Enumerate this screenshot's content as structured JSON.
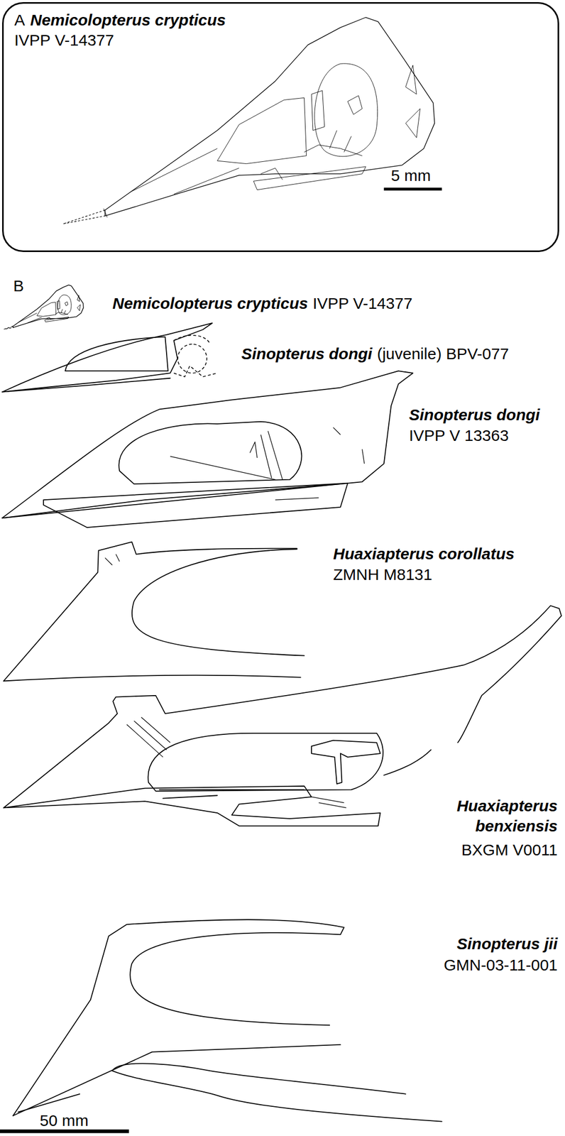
{
  "diagram": {
    "nodes": [
      {
        "text": [
          "A",
          "Nemicolopterus crypticus",
          "IVPP V-14377"
        ]
      }
    ],
    "labels": [
      "5 mm",
      "B",
      "Nemicolopterus crypticus",
      "IVPP V-14377",
      "Sinopterus dongi",
      "(juvenile) BPV-077",
      "Sinopterus dongi",
      "IVPP V 13363",
      "Huaxiapterus corollatus",
      "ZMNH M8131",
      "Huaxiapterus benxiensis",
      "BXGM V0011",
      "Sinopterus jii",
      "GMN-03-11-001",
      "50 mm"
    ]
  }
}
